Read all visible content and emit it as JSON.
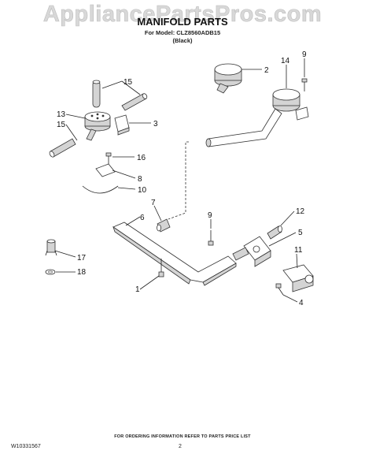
{
  "header": {
    "watermark": "AppliancePartsPros.com",
    "title": "MANIFOLD PARTS",
    "model_line": "For Model: CLZ8560ADB15",
    "variant_line": "(Black)"
  },
  "callouts": [
    "15",
    "13",
    "15",
    "3",
    "16",
    "8",
    "10",
    "7",
    "6",
    "2",
    "14",
    "9",
    "9",
    "12",
    "5",
    "11",
    "17",
    "18",
    "1",
    "4"
  ],
  "footer": {
    "note": "FOR ORDERING INFORMATION REFER TO PARTS PRICE LIST",
    "doc_code": "W10331567",
    "page_number": "2"
  },
  "colors": {
    "line": "#333333",
    "shade": "#d4d4d4",
    "watermark": "#d8d8d8"
  }
}
